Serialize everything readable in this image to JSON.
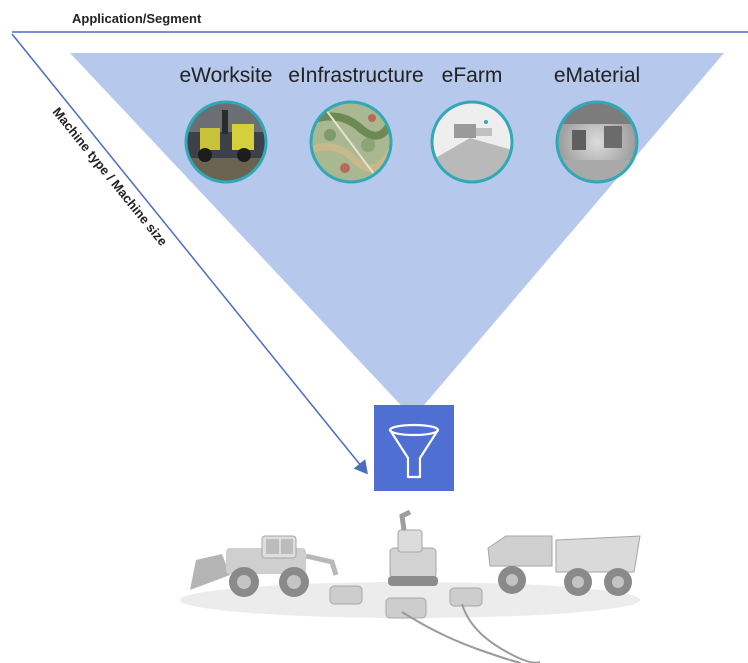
{
  "diagram": {
    "x_axis_label": "Application/Segment",
    "y_axis_label": "Machine type / Machine size",
    "segments": [
      {
        "label": "eWorksite",
        "icon": "worksite-photo-icon"
      },
      {
        "label": "eInfrastructure",
        "icon": "infrastructure-map-icon"
      },
      {
        "label": "eFarm",
        "icon": "farm-photo-icon"
      },
      {
        "label": "eMaterial",
        "icon": "material-warehouse-icon"
      }
    ],
    "filter_icon": "funnel-icon",
    "machines_icon": "machines-illustration",
    "colors": {
      "funnel_fill": "#b6c8ec",
      "filter_box": "#4f6fd3",
      "axis_line": "#4a6dbf",
      "circle_border": "#30a8b6"
    }
  }
}
